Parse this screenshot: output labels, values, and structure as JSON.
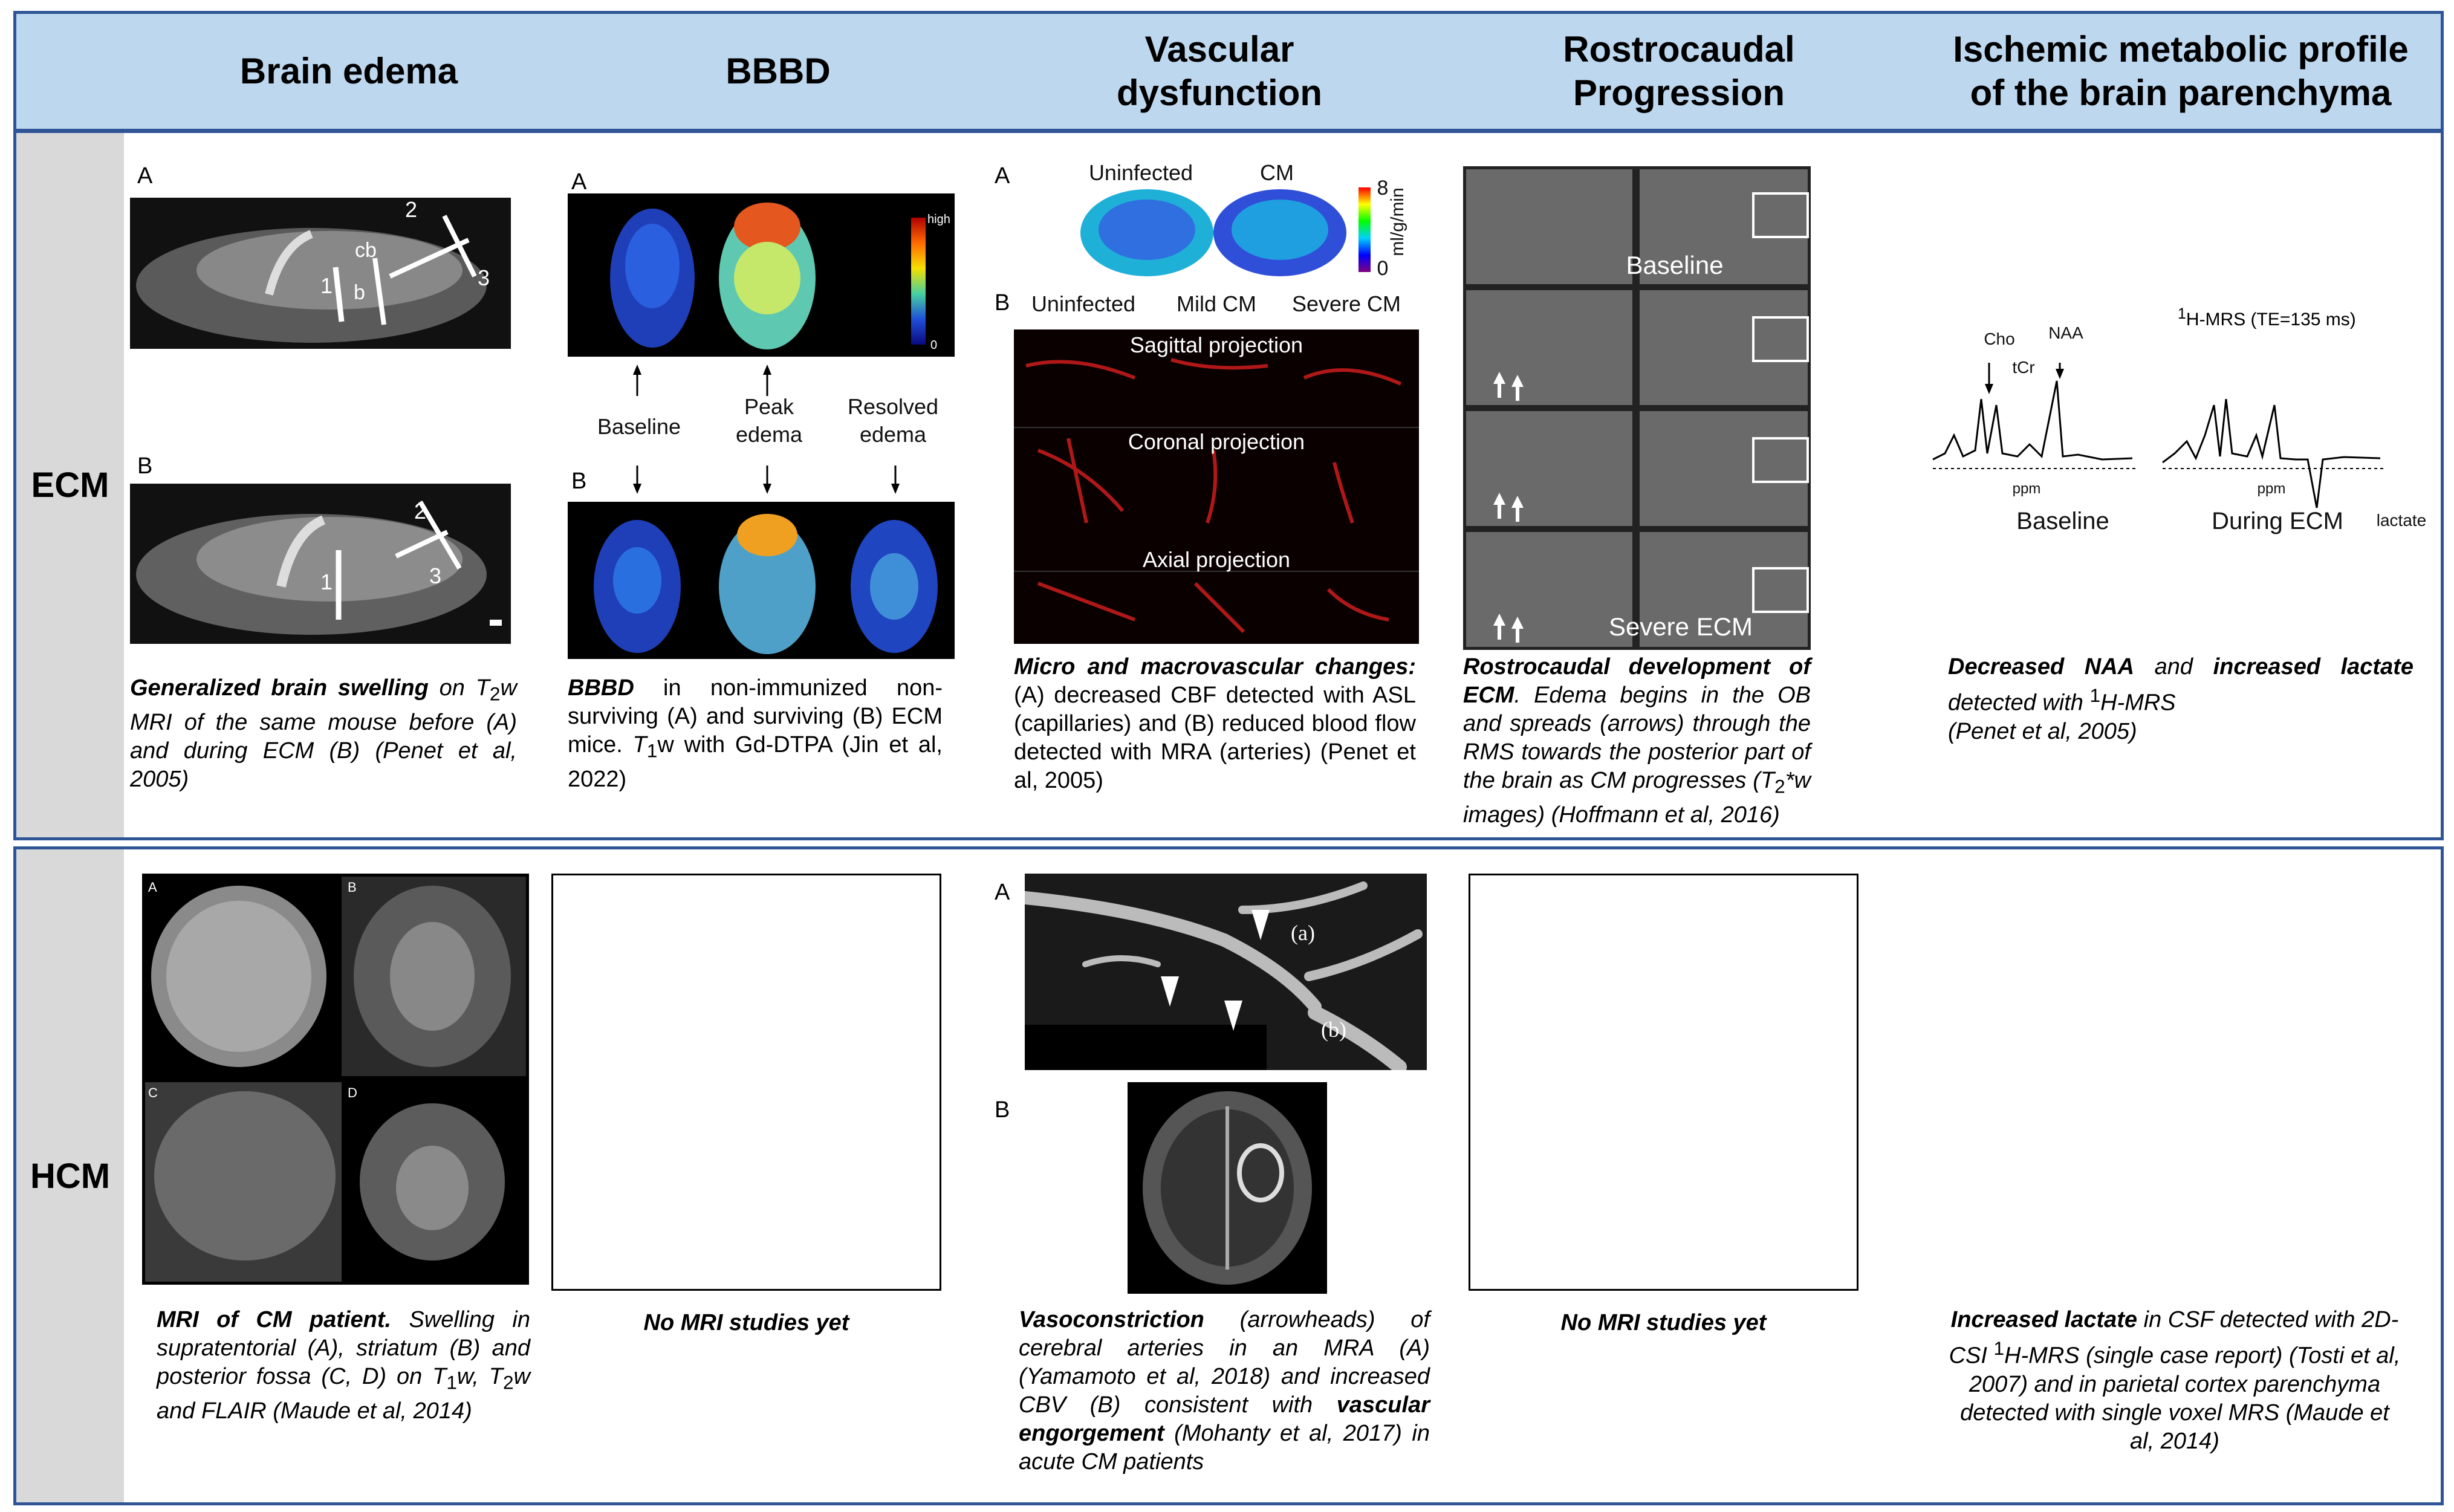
{
  "header": {
    "col1": "Brain edema",
    "col2": "BBBD",
    "col3_line1": "Vascular",
    "col3_line2": "dysfunction",
    "col4_line1": "Rostrocaudal",
    "col4_line2": "Progression",
    "col5_line1": "Ischemic metabolic profile",
    "col5_line2": "of the brain parenchyma"
  },
  "rows": {
    "ecm": "ECM",
    "hcm": "HCM"
  },
  "letters": {
    "a": "A",
    "b": "B",
    "c": "C",
    "d": "D"
  },
  "ecm_edema": {
    "labels": {
      "cb": "cb",
      "b": "b",
      "n1": "1",
      "n2": "2",
      "n3": "3"
    },
    "caption_bold": "Generalized brain swelling",
    "caption_rest_1": " on ",
    "caption_t2w": "T",
    "caption_t2w_sub": "2",
    "caption_t2w_end": "w MRI of the same mouse before (A) and during ECM (B) (Penet et al, 2005)"
  },
  "ecm_bbbd": {
    "scale_high": "high",
    "scale_low": "0",
    "baseline": "Baseline",
    "peak_edema": "Peak edema",
    "resolved_edema": "Resolved edema",
    "caption_bold": "BBBD",
    "caption_1": " in non-immunized non-surviving (A) and surviving (B) ECM mice. ",
    "caption_t1": "T",
    "caption_t1_sub": "1",
    "caption_2": "w with Gd-DTPA (Jin et al, 2022)"
  },
  "ecm_vascular": {
    "uninfected": "Uninfected",
    "cm": "CM",
    "scale_max": "8",
    "scale_min": "0",
    "scale_unit": "ml/g/min",
    "mild_cm": "Mild CM",
    "severe_cm": "Severe CM",
    "sagittal": "Sagittal projection",
    "coronal": "Coronal projection",
    "axial": "Axial projection",
    "caption_bold": "Micro and macrovascular changes:",
    "caption_rest": " (A) decreased CBF detected with ASL (capillaries) and (B) reduced blood flow detected with MRA (arteries) (Penet et al, 2005)"
  },
  "ecm_rostro": {
    "baseline": "Baseline",
    "severe_ecm": "Severe ECM",
    "caption_bold": "Rostrocaudal development of ECM",
    "caption_rest": ". Edema begins in the OB and spreads (arrows) through the RMS towards the posterior part of the brain as CM progresses (",
    "caption_t2": "T",
    "caption_t2_sub": "2",
    "caption_end": "*w images) (Hoffmann et al, 2016)"
  },
  "ecm_metabolic": {
    "spectrum_title_sup": "1",
    "spectrum_title": "H-MRS (TE=135 ms)",
    "cho": "Cho",
    "tcr": "tCr",
    "naa": "NAA",
    "ppm": "ppm",
    "lactate": "lactate",
    "baseline": "Baseline",
    "during_ecm": "During ECM",
    "caption_bold_1": "Decreased NAA",
    "caption_and": " and ",
    "caption_bold_2": "increased lactate",
    "caption_rest": " detected with ",
    "caption_sup": "1",
    "caption_h": "H-MRS",
    "caption_ref": "(Penet et al, 2005)"
  },
  "hcm_edema": {
    "caption_bold": "MRI of CM patient.",
    "caption_rest": " Swelling in supratentorial (A), striatum (B) and posterior fossa (C, D) on ",
    "t1": "T",
    "t1_sub": "1",
    "mid": "w, ",
    "t2": "T",
    "t2_sub": "2",
    "end": "w and FLAIR (Maude et al, 2014)"
  },
  "hcm_bbbd": {
    "caption": "No MRI studies yet"
  },
  "hcm_vascular": {
    "label_a": "(a)",
    "label_b": "(b)",
    "caption_bold_1": "Vasoconstriction",
    "caption_1": " (arrowheads) of cerebral arteries in an MRA (A) (Yamamoto et al, 2018) and increased CBV (B) consistent with ",
    "caption_bold_2": "vascular engorgement",
    "caption_2": " (Mohanty et al, 2017) in acute CM patients"
  },
  "hcm_rostro": {
    "caption": "No MRI studies yet"
  },
  "hcm_metabolic": {
    "caption_bold": "Increased lactate",
    "caption_1": " in CSF detected with 2D-CSI ",
    "caption_sup": "1",
    "caption_2": "H-MRS (single case report) (Tosti et al, 2007) and in parietal cortex parenchyma detected with single voxel MRS (Maude et al, 2014)"
  }
}
